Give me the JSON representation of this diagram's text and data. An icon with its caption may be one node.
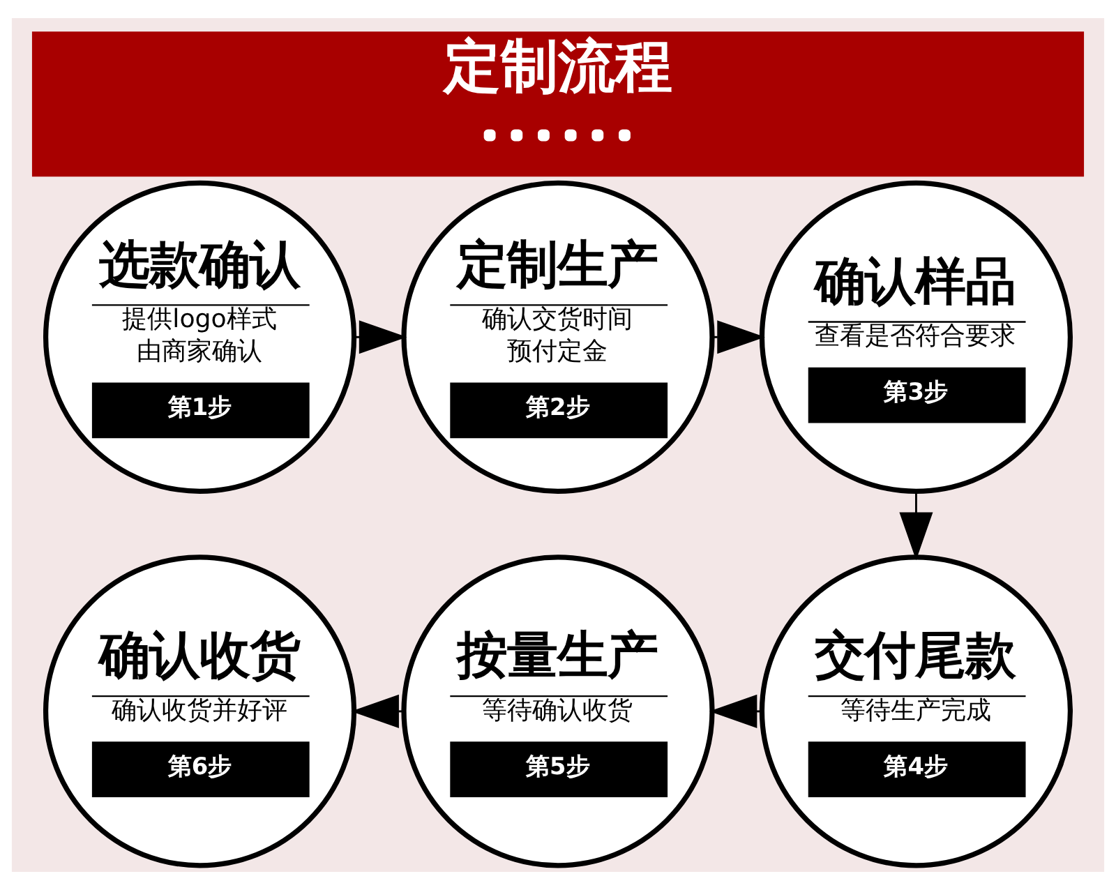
{
  "diagram": {
    "title": "定制流程",
    "nodes": [
      {
        "text": [
          "选款确认",
          "提供logo样式",
          "由商家确认",
          "第1步"
        ]
      },
      {
        "text": [
          "定制生产",
          "确认交货时间",
          "预付定金",
          "第2步"
        ]
      },
      {
        "text": [
          "确认样品",
          "查看是否符合要求",
          "第3步"
        ]
      },
      {
        "text": [
          "交付尾款",
          "等待生产完成",
          "第4步"
        ]
      },
      {
        "text": [
          "按量生产",
          "等待确认收货",
          "第5步"
        ]
      },
      {
        "text": [
          "确认收货",
          "确认收货并好评",
          "第6步"
        ]
      }
    ],
    "edges": [
      {
        "from": 0,
        "to": 1,
        "arrow": "to"
      },
      {
        "from": 1,
        "to": 2,
        "arrow": "to"
      },
      {
        "from": 2,
        "to": 3,
        "arrow": "to"
      },
      {
        "from": 3,
        "to": 4,
        "arrow": "to"
      },
      {
        "from": 4,
        "to": 5,
        "arrow": "to"
      }
    ]
  }
}
